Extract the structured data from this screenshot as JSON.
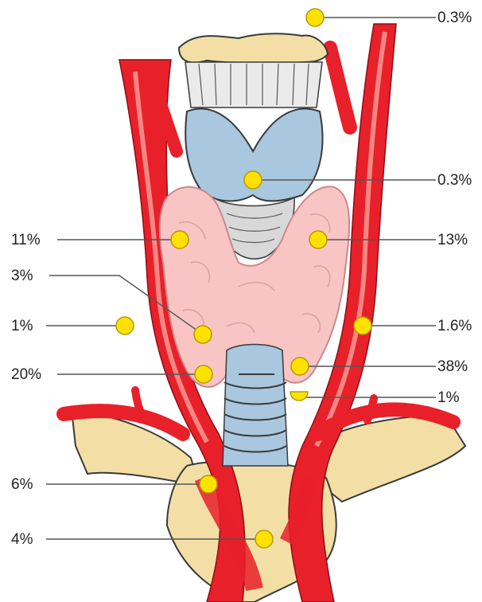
{
  "figure": {
    "colors": {
      "artery": "#e8202a",
      "artery_light": "#f7a09a",
      "thyroid": "#f8c4c4",
      "thyroid_outline": "#c98a8a",
      "cartilage": "#a9c7de",
      "bone": "#f3dfa6",
      "marker": "#ffe100",
      "marker_stroke": "#b59a00",
      "leader_line": "#555555"
    },
    "labels": [
      {
        "id": "top-right",
        "text": "0.3%"
      },
      {
        "id": "cartilage-right",
        "text": "0.3%"
      },
      {
        "id": "left-upper-lobe",
        "text": "11%"
      },
      {
        "id": "right-upper-lobe",
        "text": "13%"
      },
      {
        "id": "left-mid",
        "text": "3%"
      },
      {
        "id": "left-outer",
        "text": "1%"
      },
      {
        "id": "right-outer",
        "text": "1.6%"
      },
      {
        "id": "left-lower-pole",
        "text": "20%"
      },
      {
        "id": "right-lower-pole",
        "text": "38%"
      },
      {
        "id": "tracheal",
        "text": "1%"
      },
      {
        "id": "upper-mediastinum",
        "text": "6%"
      },
      {
        "id": "mediastinum",
        "text": "4%"
      }
    ]
  }
}
